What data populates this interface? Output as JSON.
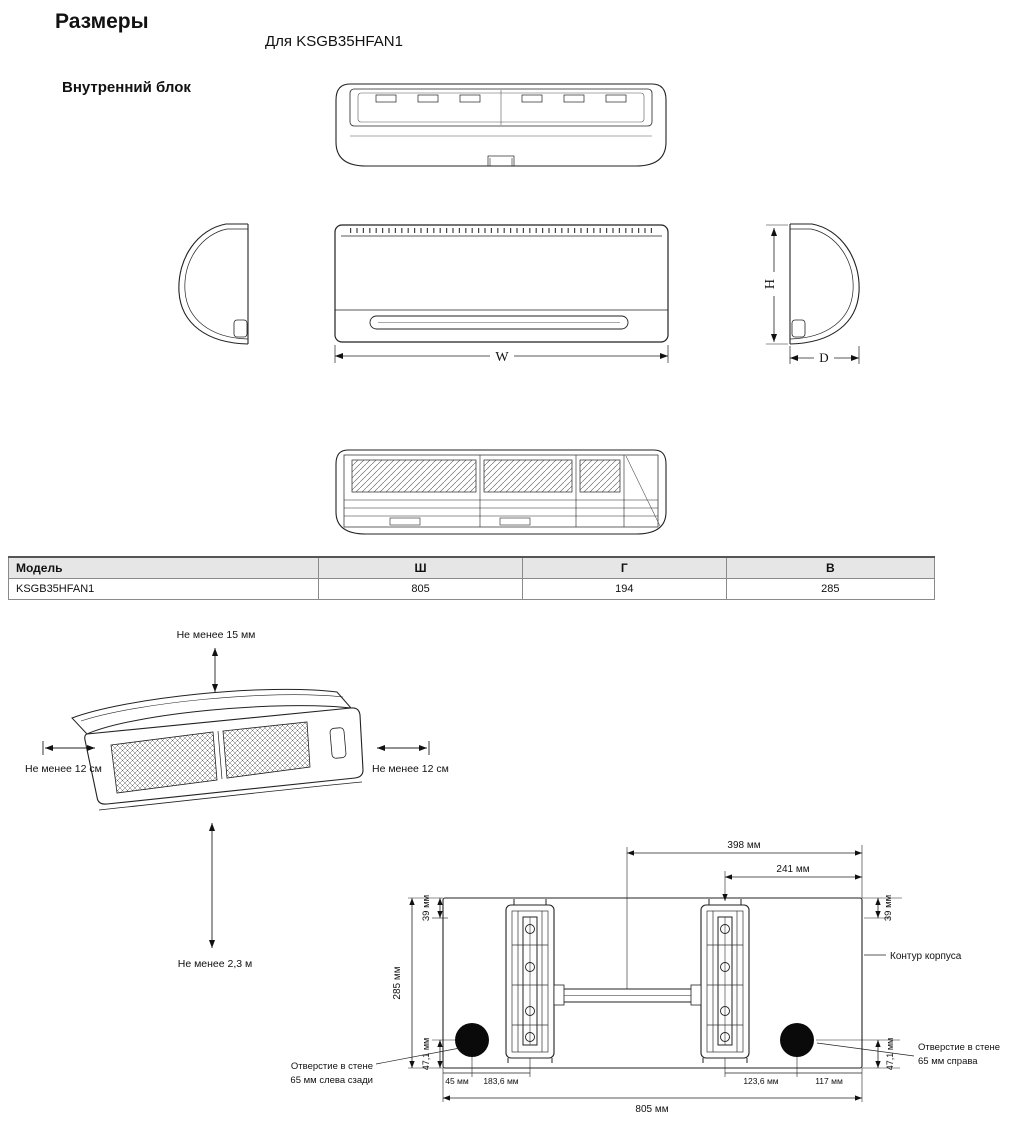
{
  "page": {
    "title": "Размеры",
    "subtitle": "Для KSGB35HFAN1",
    "section_label": "Внутренний блок"
  },
  "views": {
    "width_label": "W",
    "height_label": "H",
    "depth_label": "D"
  },
  "table": {
    "headers": [
      "Модель",
      "Ш",
      "Г",
      "В"
    ],
    "rows": [
      [
        "KSGB35HFAN1",
        "805",
        "194",
        "285"
      ]
    ]
  },
  "clearance": {
    "top": "Не менее 15 мм",
    "left": "Не менее 12 см",
    "right": "Не менее 12 см",
    "bottom": "Не менее 2,3 м"
  },
  "mounting": {
    "dim_398": "398 мм",
    "dim_241": "241 мм",
    "dim_39_left": "39 мм",
    "dim_39_right": "39 мм",
    "dim_285": "285 мм",
    "dim_47_left": "47,1 мм",
    "dim_47_right": "47,1 мм",
    "dim_45": "45 мм",
    "dim_183_6": "183,6 мм",
    "dim_123_6": "123,6 мм",
    "dim_117": "117 мм",
    "dim_805": "805 мм",
    "contour": "Контур корпуса",
    "hole_left_line1": "Отверстие в стене",
    "hole_left_line2": "65 мм слева сзади",
    "hole_right_line1": "Отверстие в стене",
    "hole_right_line2": "65 мм справа"
  }
}
